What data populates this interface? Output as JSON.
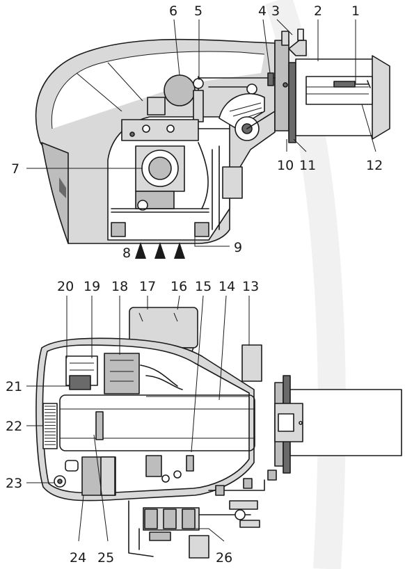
{
  "callouts_top": [
    "1",
    "2",
    "3",
    "4",
    "5",
    "6",
    "7",
    "8",
    "9",
    "10",
    "11",
    "12"
  ],
  "callouts_bottom": [
    "13",
    "14",
    "15",
    "16",
    "17",
    "18",
    "19",
    "20",
    "21",
    "22",
    "23",
    "24",
    "25",
    "26"
  ]
}
